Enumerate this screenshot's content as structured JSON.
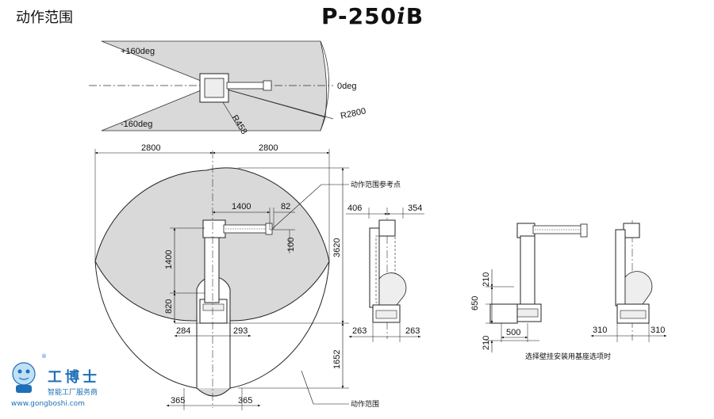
{
  "header": {
    "title": "动作范围",
    "model": "P-250",
    "model_i": "i",
    "model_suffix": "B"
  },
  "top_view": {
    "plus": "+160deg",
    "minus": "-160deg",
    "zero": "0deg",
    "r_small": "R458",
    "r_large": "R2800"
  },
  "side_view": {
    "w_left": "2800",
    "w_right": "2800",
    "d1400": "1400",
    "d82": "82",
    "d100": "100",
    "d1400v": "1400",
    "d820": "820",
    "d3620": "3620",
    "d1652": "1652",
    "d284": "284",
    "d293": "293",
    "d365a": "365",
    "d365b": "365",
    "ref_point": "动作范围参考点",
    "range": "动作范围"
  },
  "front_view": {
    "d406": "406",
    "d354": "354",
    "d263a": "263",
    "d263b": "263"
  },
  "wall_view": {
    "d210a": "210",
    "d650": "650",
    "d210b": "210",
    "d500": "500",
    "d310a": "310",
    "d310b": "310",
    "caption": "选择壁挂安装用基座选项时"
  },
  "logo": {
    "name": "工博士",
    "tagline": "智能工厂服务商",
    "url": "www.gongboshi.com",
    "reg": "®"
  },
  "colors": {
    "range_fill": "#d9d9d9",
    "line": "#222222",
    "logo_blue": "#1e6fb8"
  }
}
